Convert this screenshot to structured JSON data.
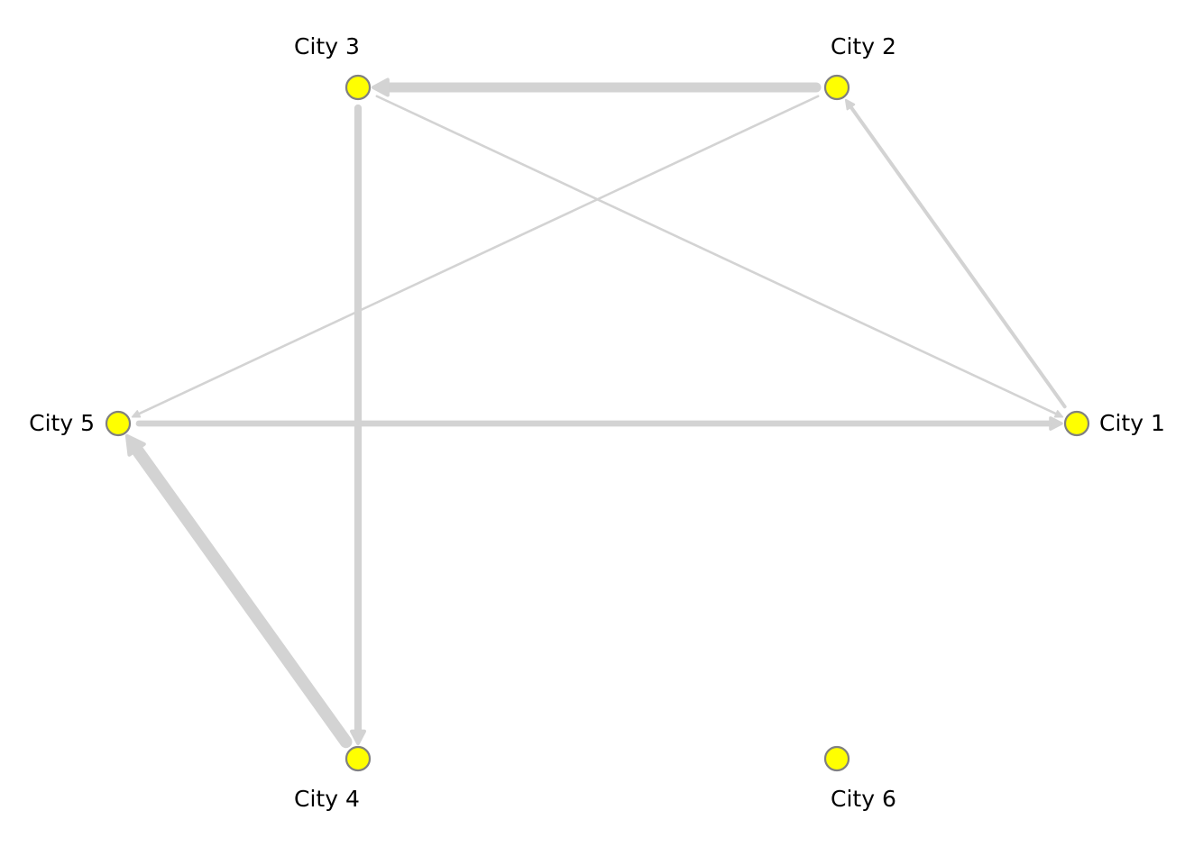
{
  "diagram": {
    "colors": {
      "node_fill": "#ffff00",
      "node_stroke": "#808080",
      "edge": "#d3d3d3",
      "label": "#000000"
    },
    "nodes": [
      {
        "id": "city1",
        "label": "City 1"
      },
      {
        "id": "city2",
        "label": "City 2"
      },
      {
        "id": "city3",
        "label": "City 3"
      },
      {
        "id": "city4",
        "label": "City 4"
      },
      {
        "id": "city5",
        "label": "City 5"
      },
      {
        "id": "city6",
        "label": "City 6"
      }
    ],
    "edges": [
      {
        "from": "city2",
        "to": "city3",
        "weight": 7
      },
      {
        "from": "city3",
        "to": "city4",
        "weight": 5
      },
      {
        "from": "city4",
        "to": "city5",
        "weight": 9
      },
      {
        "from": "city5",
        "to": "city1",
        "weight": 4
      },
      {
        "from": "city1",
        "to": "city2",
        "weight": 2
      },
      {
        "from": "city3",
        "to": "city1",
        "weight": 1
      },
      {
        "from": "city2",
        "to": "city5",
        "weight": 1
      }
    ]
  }
}
